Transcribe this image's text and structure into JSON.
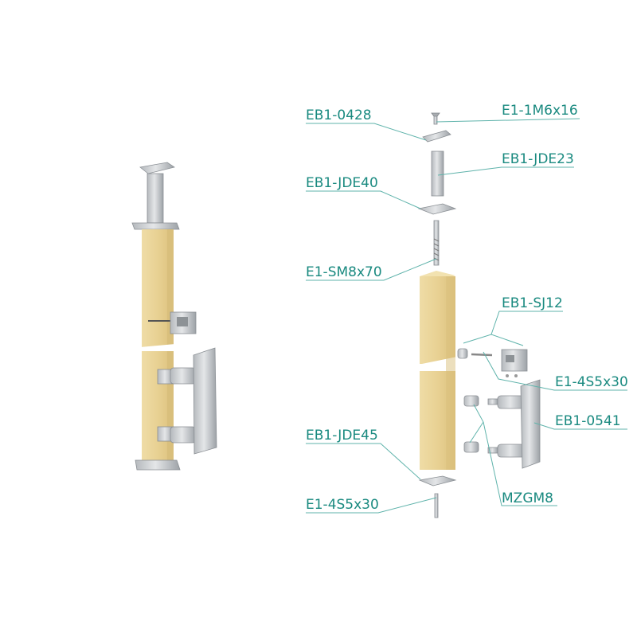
{
  "title": "Wooden post assembly exploded view",
  "colors": {
    "label": "#1a8a80",
    "leader": "#5fb3ab",
    "wood": "#e9d39a",
    "metal": "#c9cdd1"
  },
  "labels": {
    "eb1_0428": "EB1-0428",
    "e1_1m6x16": "E1-1M6x16",
    "eb1_jde23": "EB1-JDE23",
    "eb1_jde40": "EB1-JDE40",
    "e1_sm8x70": "E1-SM8x70",
    "eb1_sj12": "EB1-SJ12",
    "e1_4s5x30_right": "E1-4S5x30",
    "eb1_0541": "EB1-0541",
    "eb1_jde45": "EB1-JDE45",
    "e1_4s5x30_bottom": "E1-4S5x30",
    "mzgm8": "MZGM8"
  }
}
